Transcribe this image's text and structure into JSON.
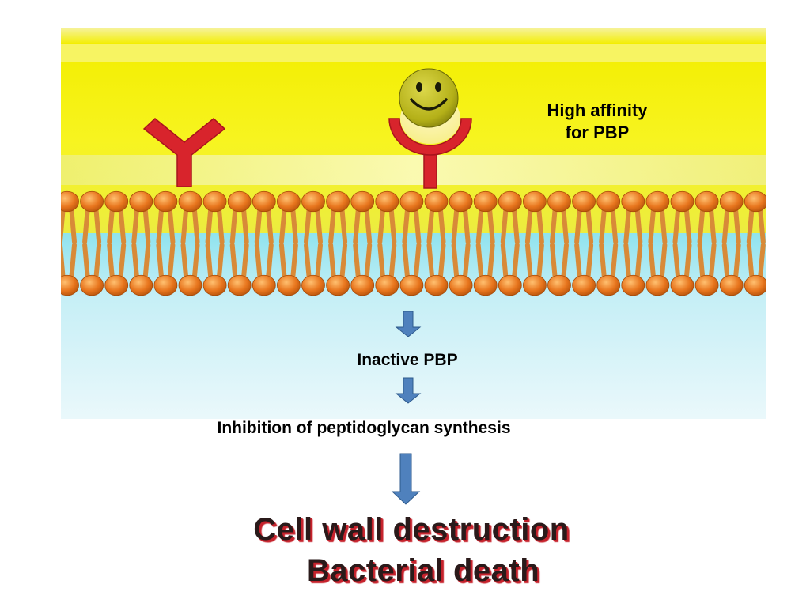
{
  "labels": {
    "affinity_line1": "High affinity",
    "affinity_line2": "for PBP",
    "inactive": "Inactive PBP",
    "inhibition": "Inhibition of peptidoglycan synthesis"
  },
  "result": {
    "line1": "Cell wall destruction",
    "line2": "Bacterial death"
  },
  "colors": {
    "periplasm_yellow": "#f4f000",
    "cytoplasm_cyan": "#bfeef6",
    "phospholipid_head": "#e8761e",
    "phospholipid_tail": "#d88a38",
    "receptor_red": "#d8242c",
    "drug_face": "#b8b418",
    "arrow_blue": "#4f81bd",
    "result_shadow": "#c6222c"
  },
  "icons": {
    "receptor": "y-shaped-pbp-receptor-icon",
    "bound_receptor": "bound-pbp-receptor-icon",
    "drug": "smiley-face-drug-icon"
  }
}
